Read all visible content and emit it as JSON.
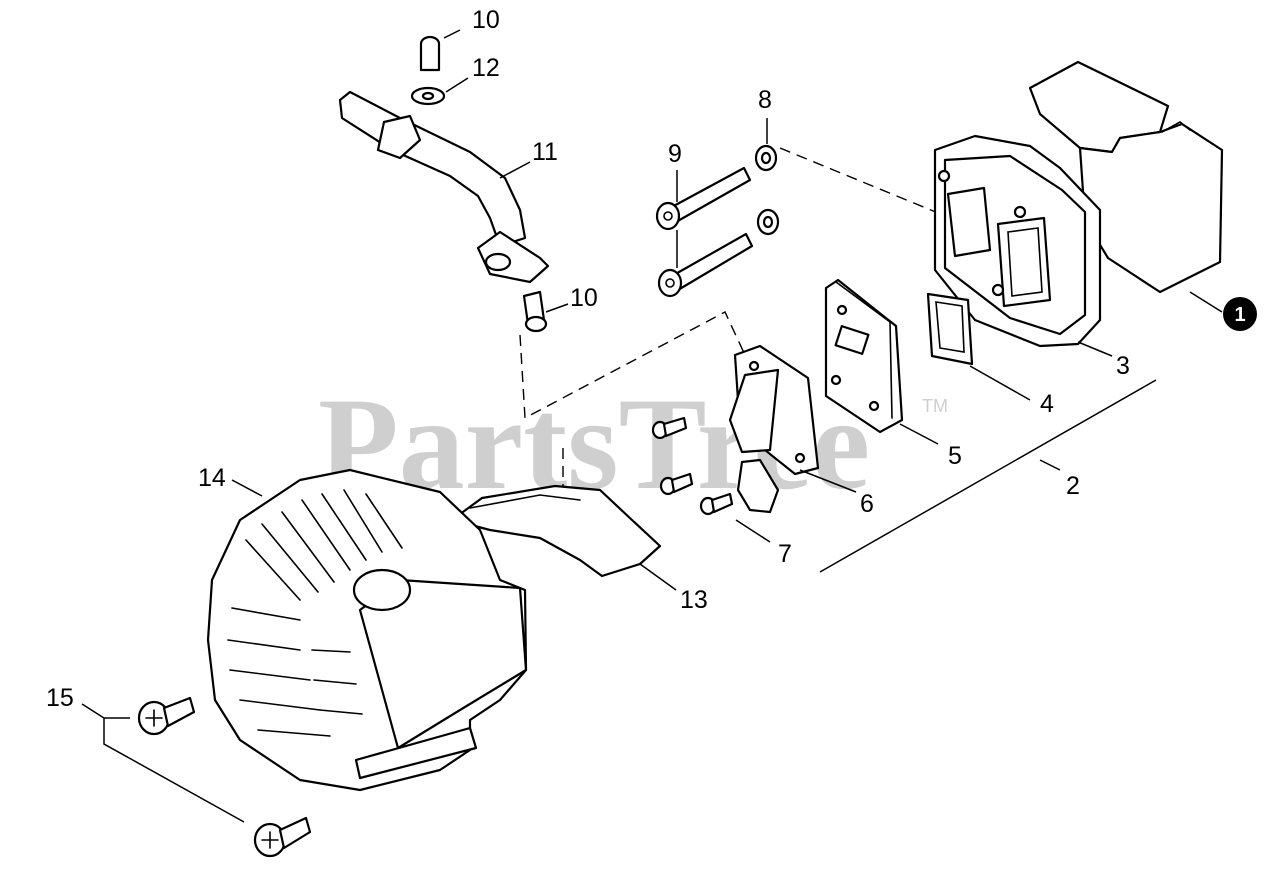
{
  "watermark": {
    "brand": "PartsTree",
    "trademark": "TM"
  },
  "assembly_badge": "1",
  "callouts": {
    "c2": "2",
    "c3": "3",
    "c4": "4",
    "c5": "5",
    "c6": "6",
    "c7": "7",
    "c8": "8",
    "c9": "9",
    "c10a": "10",
    "c10b": "10",
    "c11": "11",
    "c12": "12",
    "c13": "13",
    "c14": "14",
    "c15": "15"
  }
}
